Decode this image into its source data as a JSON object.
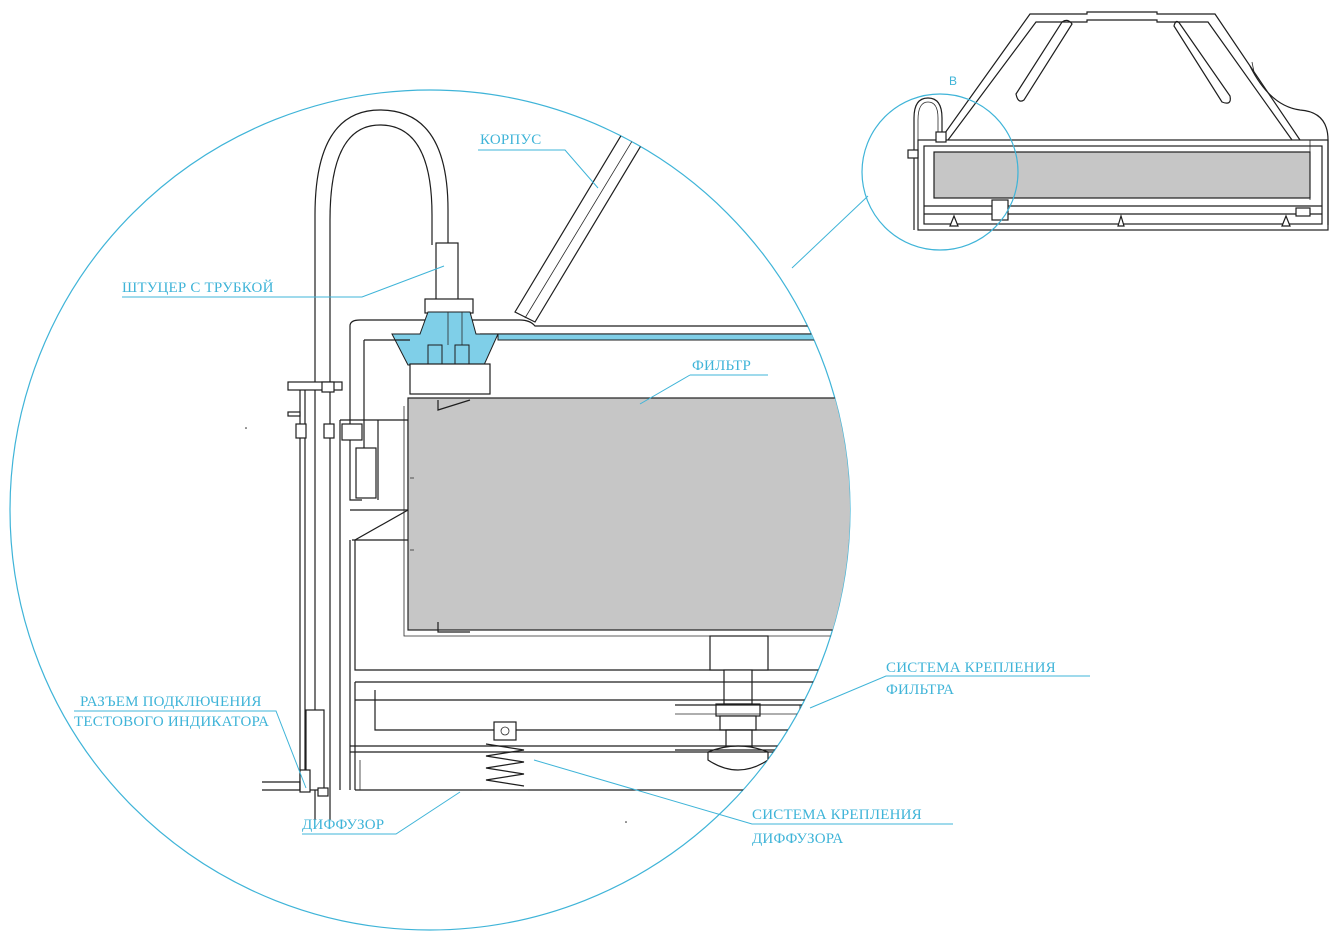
{
  "labels": {
    "korpus": "КОРПУС",
    "shtucer": "ШТУЦЕР С ТРУБКОЙ",
    "filtr": "ФИЛЬТР",
    "krep_filtra_1": "СИСТЕМА КРЕПЛЕНИЯ",
    "krep_filtra_2": "ФИЛЬТРА",
    "razem_1": "РАЗЪЕМ ПОДКЛЮЧЕНИЯ",
    "razem_2": "ТЕСТОВОГО ИНДИКАТОРА",
    "diffuzor": "ДИФФУЗОР",
    "krep_diff_1": "СИСТЕМА КРЕПЛЕНИЯ",
    "krep_diff_2": "ДИФФУЗОРА",
    "detail_marker": "B"
  },
  "colors": {
    "accent": "#3fb4d8",
    "filter_gray": "#c6c6c6",
    "line": "#1e1e1e"
  }
}
